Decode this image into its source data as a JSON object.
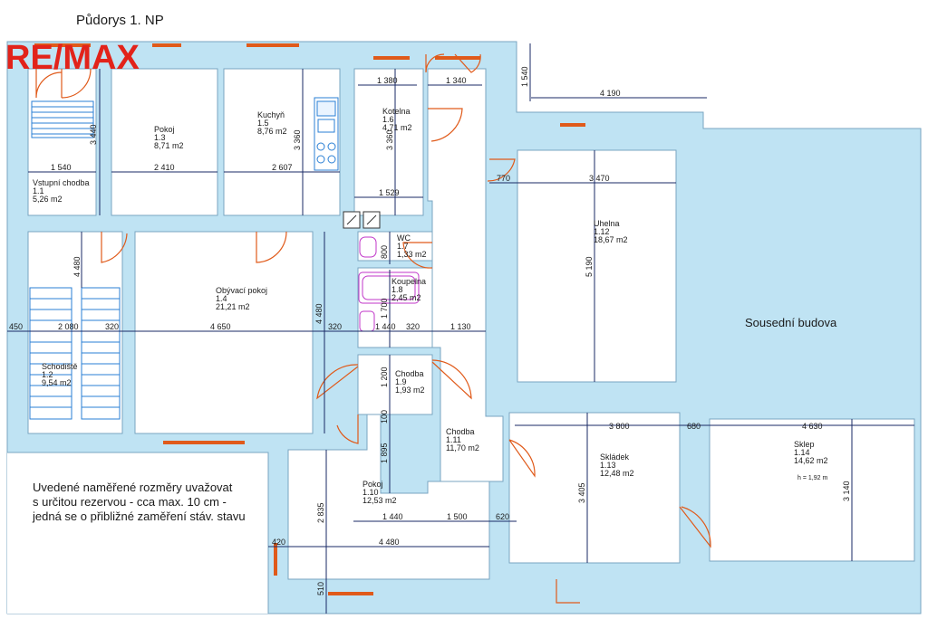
{
  "title": "Půdorys 1. NP",
  "logo": {
    "text": "RE/MAX",
    "color": "#e2231a"
  },
  "note": [
    "Uvedené naměřené rozměry uvažovat",
    "s určitou rezervou - cca max. 10 cm -",
    "jedná se o přibližné zaměření stáv. stavu"
  ],
  "neighbor": "Sousední budova",
  "rooms": [
    {
      "name": "Vstupní chodba",
      "id": "1.1",
      "area": "5,26 m2"
    },
    {
      "name": "Schodiště",
      "id": "1.2",
      "area": "9,54 m2"
    },
    {
      "name": "Pokoj",
      "id": "1.3",
      "area": "8,71 m2"
    },
    {
      "name": "Obývací pokoj",
      "id": "1.4",
      "area": "21,21 m2"
    },
    {
      "name": "Kuchyň",
      "id": "1.5",
      "area": "8,76 m2"
    },
    {
      "name": "Kotelna",
      "id": "1.6",
      "area": "4,71 m2"
    },
    {
      "name": "WC",
      "id": "1.7",
      "area": "1,33 m2"
    },
    {
      "name": "Koupelna",
      "id": "1.8",
      "area": "2,45 m2"
    },
    {
      "name": "Chodba",
      "id": "1.9",
      "area": "1,93 m2"
    },
    {
      "name": "Pokoj",
      "id": "1.10",
      "area": "12,53 m2"
    },
    {
      "name": "Chodba",
      "id": "1.11",
      "area": "11,70 m2"
    },
    {
      "name": "Uhelna",
      "id": "1.12",
      "area": "18,67 m2"
    },
    {
      "name": "Skládek",
      "id": "1.13",
      "area": "12,48 m2"
    },
    {
      "name": "Sklep",
      "id": "1.14",
      "area": "14,62 m2",
      "extra": "h = 1,92 m"
    }
  ],
  "dims": [
    "1 380",
    "1 340",
    "1 540",
    "4 190",
    "3 440",
    "1 540",
    "2 410",
    "2 607",
    "3 360",
    "3 360",
    "1 529",
    "770",
    "3 470",
    "4 480",
    "5 190",
    "800",
    "1 700",
    "450",
    "2 080",
    "320",
    "4 650",
    "4 480",
    "320",
    "1 440",
    "320",
    "1 130",
    "1 200",
    "100",
    "1 895",
    "3 800",
    "680",
    "4 630",
    "3 405",
    "3 140",
    "2 835",
    "1 440",
    "1 500",
    "620",
    "420",
    "4 480",
    "510"
  ]
}
